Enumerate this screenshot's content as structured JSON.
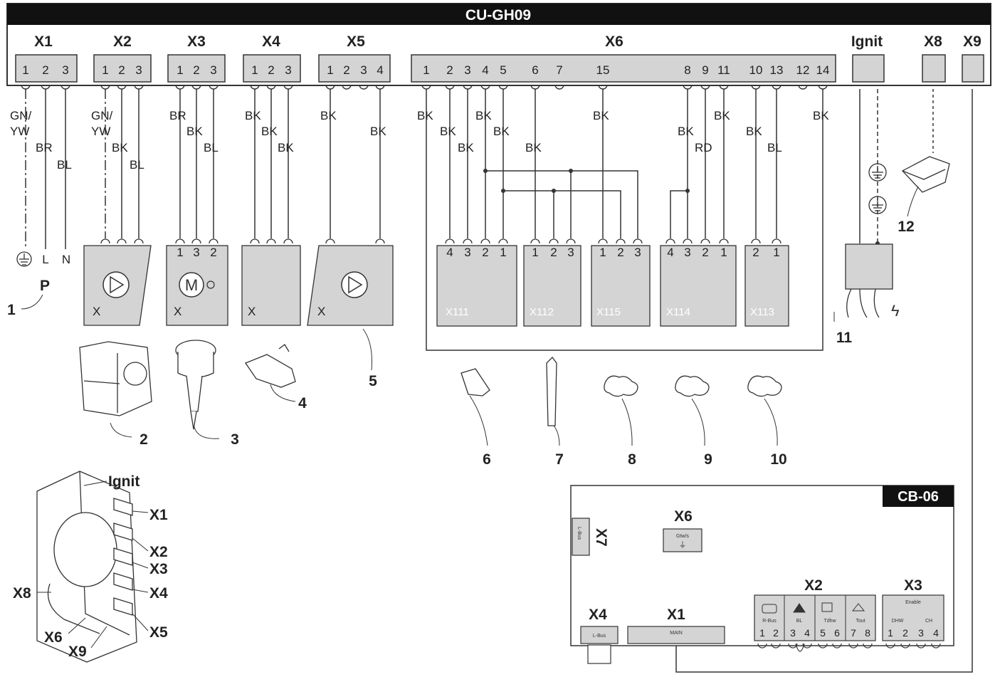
{
  "board": {
    "title": "CU-GH09"
  },
  "connectors": [
    {
      "id": "X1",
      "pins": [
        "1",
        "2",
        "3"
      ]
    },
    {
      "id": "X2",
      "pins": [
        "1",
        "2",
        "3"
      ]
    },
    {
      "id": "X3",
      "pins": [
        "1",
        "2",
        "3"
      ]
    },
    {
      "id": "X4",
      "pins": [
        "1",
        "2",
        "3"
      ]
    },
    {
      "id": "X5",
      "pins": [
        "1",
        "2",
        "3",
        "4"
      ]
    },
    {
      "id": "X6",
      "pins": [
        "1",
        "2",
        "3",
        "4",
        "5",
        "6",
        "7",
        "15",
        "8",
        "9",
        "11",
        "10",
        "13",
        "12",
        "14"
      ]
    },
    {
      "id": "Ignit",
      "pins": []
    },
    {
      "id": "X8",
      "pins": []
    },
    {
      "id": "X9",
      "pins": []
    }
  ],
  "wire_labels": {
    "x1": [
      "GN/",
      "YW",
      "BR",
      "BL"
    ],
    "x2": [
      "GN/",
      "YW",
      "BK",
      "BL"
    ],
    "x3": [
      "BR",
      "BK",
      "BL"
    ],
    "x4": [
      "BK",
      "BK",
      "BK"
    ],
    "x5": [
      "BK",
      "BK"
    ],
    "x6": [
      "BK",
      "BK",
      "BK",
      "BK",
      "BK",
      "BK",
      "BK",
      "BK",
      "RD",
      "BK",
      "BK",
      "BL",
      "BK"
    ]
  },
  "power": {
    "earth": "⏚",
    "live": "L",
    "neutral": "N",
    "plug_label": "P"
  },
  "components": {
    "x2_box": {
      "label": "X"
    },
    "x3_box": {
      "label": "X",
      "pins": [
        "1",
        "3",
        "2"
      ],
      "motor": "M"
    },
    "x4_box": {
      "label": "X"
    },
    "x5_box": {
      "label": "X"
    },
    "x111": {
      "label": "X111",
      "pins": [
        "4",
        "3",
        "2",
        "1"
      ]
    },
    "x112": {
      "label": "X112",
      "pins": [
        "1",
        "2",
        "3"
      ]
    },
    "x115": {
      "label": "X115",
      "pins": [
        "1",
        "2",
        "3"
      ]
    },
    "x114": {
      "label": "X114",
      "pins": [
        "4",
        "3",
        "2",
        "1"
      ]
    },
    "x113": {
      "label": "X113",
      "pins": [
        "2",
        "1"
      ]
    }
  },
  "callouts": [
    "1",
    "2",
    "3",
    "4",
    "5",
    "6",
    "7",
    "8",
    "9",
    "10",
    "11",
    "12"
  ],
  "board_view": {
    "labels": [
      "Ignit",
      "X1",
      "X2",
      "X3",
      "X4",
      "X5",
      "X8",
      "X6",
      "X9"
    ]
  },
  "cb06": {
    "title": "CB-06",
    "x7": {
      "label": "X7",
      "text": "L-Bus"
    },
    "x6": {
      "label": "X6",
      "text": "Gtw/s"
    },
    "x4": {
      "label": "X4",
      "text": "L-Bus"
    },
    "x1": {
      "label": "X1",
      "text": "MAIN"
    },
    "x2": {
      "label": "X2",
      "pins": [
        "1",
        "2",
        "3",
        "4",
        "5",
        "6",
        "7",
        "8"
      ],
      "sublabels": [
        "R-Bus",
        "BL",
        "Tdhw",
        "Tout"
      ]
    },
    "x3": {
      "label": "X3",
      "pins": [
        "1",
        "2",
        "3",
        "4"
      ],
      "sublabels": [
        "Enable",
        "DHW",
        "CH"
      ]
    }
  },
  "colors": {
    "box_fill": "#d4d4d4",
    "header_bg": "#111111",
    "line": "#333333"
  }
}
